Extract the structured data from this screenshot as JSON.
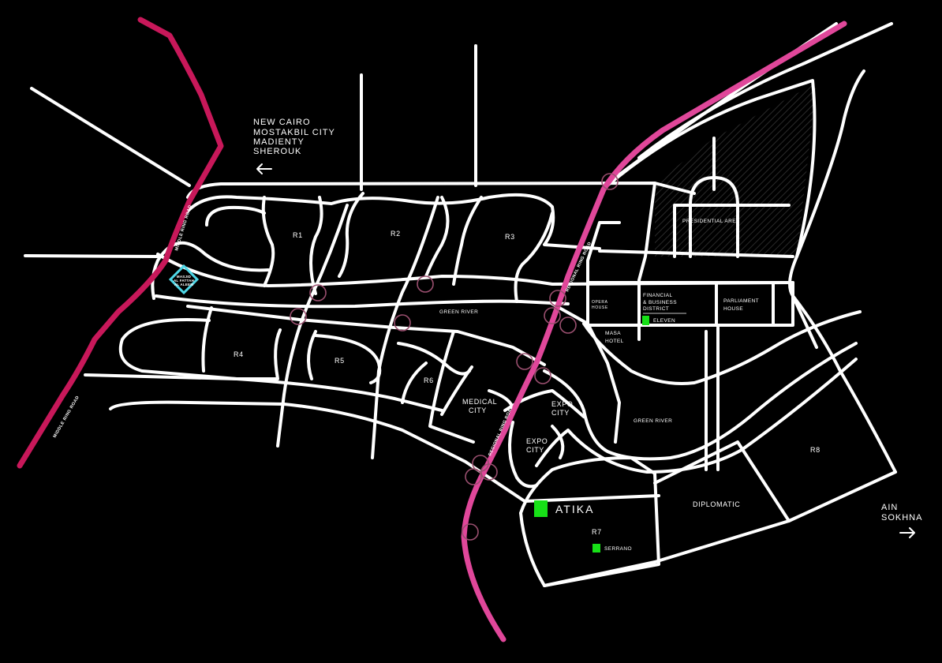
{
  "colors": {
    "background": "#000000",
    "road": "#ffffff",
    "middle_ring_road": "#c8185a",
    "regional_ring_road": "#e0479a",
    "interchange": "#9a4f6f",
    "project_marker": "#17e017",
    "landmark_outline": "#4fd8e8",
    "financial_label": "#7fe07f"
  },
  "directions": {
    "north_west": {
      "lines": [
        "NEW CAIRO",
        "MOSTAKBIL CITY",
        "MADIENTY",
        "SHEROUK"
      ],
      "arrow_icon": "arrow-left-icon"
    },
    "south_east": {
      "lines": [
        "AIN",
        "SOKHNA"
      ],
      "arrow_icon": "arrow-right-icon"
    }
  },
  "ring_roads": {
    "middle": "MIDDLE RING ROAD",
    "regional": "REGIONAL RING ROAD"
  },
  "landmark": {
    "lines": [
      "MASJID",
      "AL FATTAH",
      "AL ALEEM"
    ],
    "icon": "mosque-diamond-icon"
  },
  "districts": {
    "r1": "R1",
    "r2": "R2",
    "r3": "R3",
    "r4": "R4",
    "r5": "R5",
    "r6": "R6",
    "r7": "R7",
    "r8": "R8",
    "green_river_west": "GREEN RIVER",
    "green_river_east": "GREEN RIVER",
    "medical_city": [
      "MEDICAL",
      "CITY"
    ],
    "expo_city_north": [
      "EXPO",
      "CITY"
    ],
    "expo_city_south": [
      "EXPO",
      "CITY"
    ],
    "presidential_area": "PRESIDENTIAL AREA",
    "parliament_house": [
      "PARLIAMENT",
      "HOUSE"
    ],
    "opera_house": [
      "OPERA",
      "HOUSE"
    ],
    "masa_hotel": [
      "MASA",
      "HOTEL"
    ],
    "financial_district": [
      "FINANCIAL",
      "& BUSINESS",
      "DISTRICT"
    ],
    "diplomatic": "DIPLOMATIC"
  },
  "projects": {
    "atika": "ATIKA",
    "eleven": "ELEVEN",
    "serrano": "SERRANO"
  }
}
